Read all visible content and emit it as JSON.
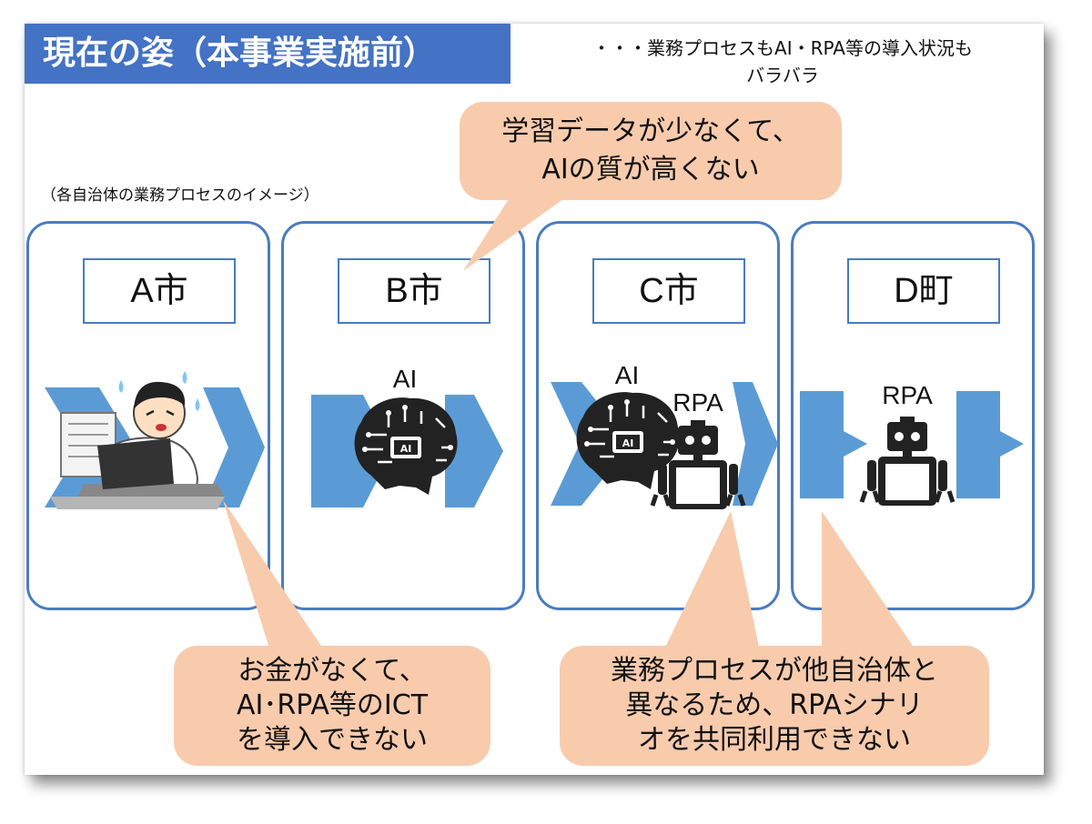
{
  "header": {
    "title": "現在の姿（本事業実施前）",
    "subtitle_line1": "・・・業務プロセスもAI・RPA等の導入状況も",
    "subtitle_line2": "バラバラ"
  },
  "caption": "（各自治体の業務プロセスのイメージ）",
  "panels": [
    {
      "label": "A市"
    },
    {
      "label": "B市",
      "icon_labels": [
        "AI"
      ]
    },
    {
      "label": "C市",
      "icon_labels": [
        "AI",
        "RPA"
      ]
    },
    {
      "label": "D町",
      "icon_labels": [
        "RPA"
      ]
    }
  ],
  "callouts": {
    "top": {
      "line1": "学習データが少なくて、",
      "line2": "AIの質が高くない"
    },
    "bottom_left": {
      "line1": "お金がなくて、",
      "line2": "AI･RPA等のICT",
      "line3": "を導入できない"
    },
    "bottom_right": {
      "line1": "業務プロセスが他自治体と",
      "line2": "異なるため、RPAシナリ",
      "line3": "オを共同利用できない"
    }
  },
  "colors": {
    "title_bg": "#4472c4",
    "panel_border": "#4a7bc0",
    "arrow": "#5b9bd5",
    "callout_bg": "#f8cbad"
  },
  "icons": [
    "stressed-worker-icon",
    "ai-brain-icon",
    "rpa-robot-icon",
    "chevron-arrow-icon"
  ]
}
